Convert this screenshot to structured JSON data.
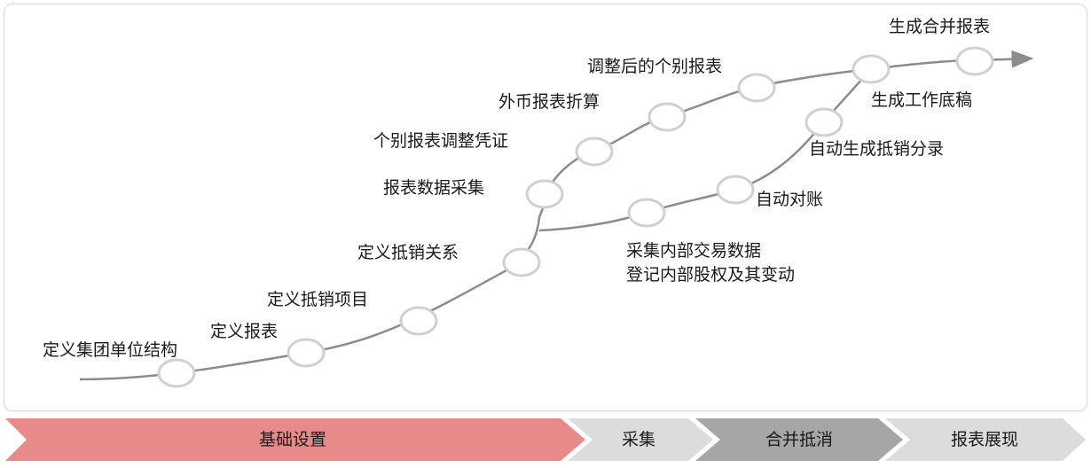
{
  "steps": {
    "define_group_unit_structure": "定义集团单位结构",
    "define_report": "定义报表",
    "define_elimination_items": "定义抵销项目",
    "define_elimination_relations": "定义抵销关系",
    "report_data_collection": "报表数据采集",
    "individual_report_adjustment_voucher": "个别报表调整凭证",
    "foreign_currency_report_translation": "外币报表折算",
    "adjusted_individual_report": "调整后的个别报表",
    "generate_consolidated_report": "生成合并报表",
    "generate_working_papers": "生成工作底稿",
    "auto_generate_elimination_entries": "自动生成抵销分录",
    "auto_reconciliation": "自动对账",
    "collect_internal_transaction_data": "采集内部交易数据",
    "register_internal_equity_changes": "登记内部股权及其变动"
  },
  "phases": [
    {
      "label": "基础设置",
      "color": "#e88a8a"
    },
    {
      "label": "采集",
      "color": "#dcdcdc"
    },
    {
      "label": "合并抵消",
      "color": "#a6a6a6"
    },
    {
      "label": "报表展现",
      "color": "#dcdcdc"
    }
  ],
  "colors": {
    "path": "#8c8c8c",
    "node_fill": "#ffffff",
    "node_stroke": "#d0d0d0"
  }
}
